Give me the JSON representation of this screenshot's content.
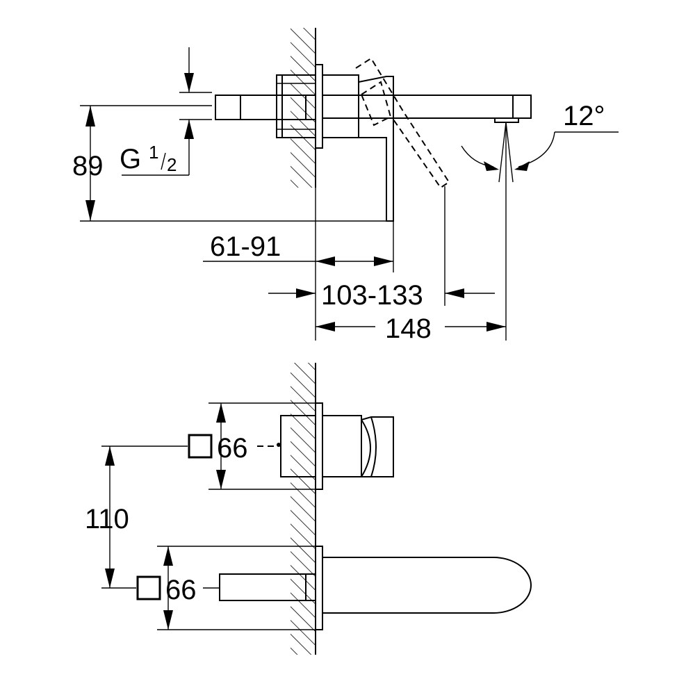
{
  "side_view": {
    "dim_height": "89",
    "thread": "G",
    "thread_frac_num": "1",
    "thread_frac_den": "2",
    "angle": "12°",
    "dim_projection_handle": "61-91",
    "dim_projection_lever": "103-133",
    "dim_projection_spout": "148"
  },
  "front_view": {
    "rosette_upper": "66",
    "rosette_lower": "66",
    "dim_spacing": "110"
  },
  "colors": {
    "line": "#000000",
    "background": "#ffffff"
  }
}
